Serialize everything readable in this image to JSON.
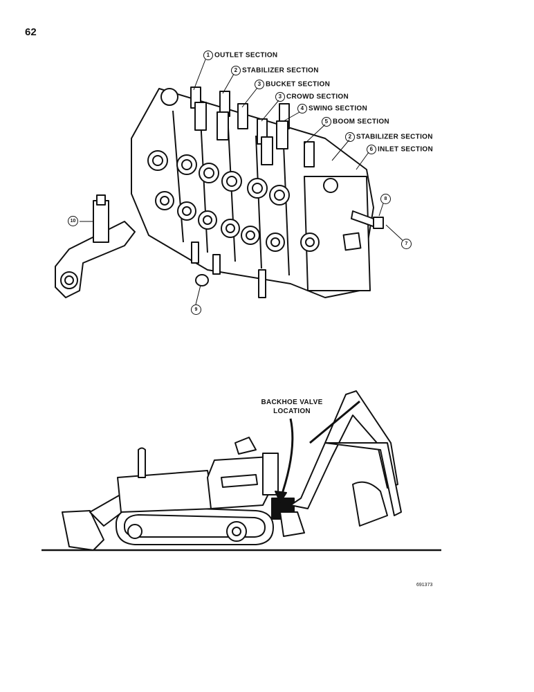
{
  "page_number": "62",
  "callouts": [
    {
      "num": "1",
      "label": "OUTLET SECTION"
    },
    {
      "num": "2",
      "label": "STABILIZER SECTION"
    },
    {
      "num": "3",
      "label": "BUCKET SECTION"
    },
    {
      "num": "3",
      "label": "CROWD SECTION"
    },
    {
      "num": "4",
      "label": "SWING SECTION"
    },
    {
      "num": "5",
      "label": "BOOM SECTION"
    },
    {
      "num": "2",
      "label": "STABILIZER SECTION"
    },
    {
      "num": "6",
      "label": "INLET SECTION"
    }
  ],
  "part_numbers": [
    "8",
    "7",
    "9",
    "10"
  ],
  "location_label": {
    "line1": "BACKHOE VALVE",
    "line2": "LOCATION"
  },
  "figure_id": "691373",
  "colors": {
    "ink": "#111111",
    "paper": "#ffffff"
  }
}
